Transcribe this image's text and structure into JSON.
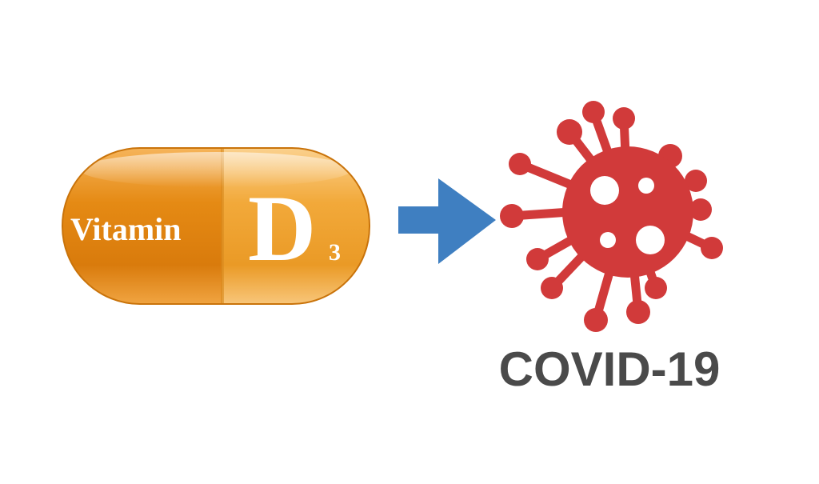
{
  "pill": {
    "word": "Vitamin",
    "letter": "D",
    "subscript": "3",
    "colors": {
      "left_half": "#e58a14",
      "right_half": "#f2a93a",
      "outline": "#c9730a",
      "text": "#ffffff"
    }
  },
  "arrow": {
    "icon": "right-arrow-icon",
    "color": "#3f7fc1"
  },
  "virus": {
    "icon": "coronavirus-icon",
    "color": "#d13a3a",
    "label": "COVID-19",
    "label_color": "#4a4a4a"
  }
}
